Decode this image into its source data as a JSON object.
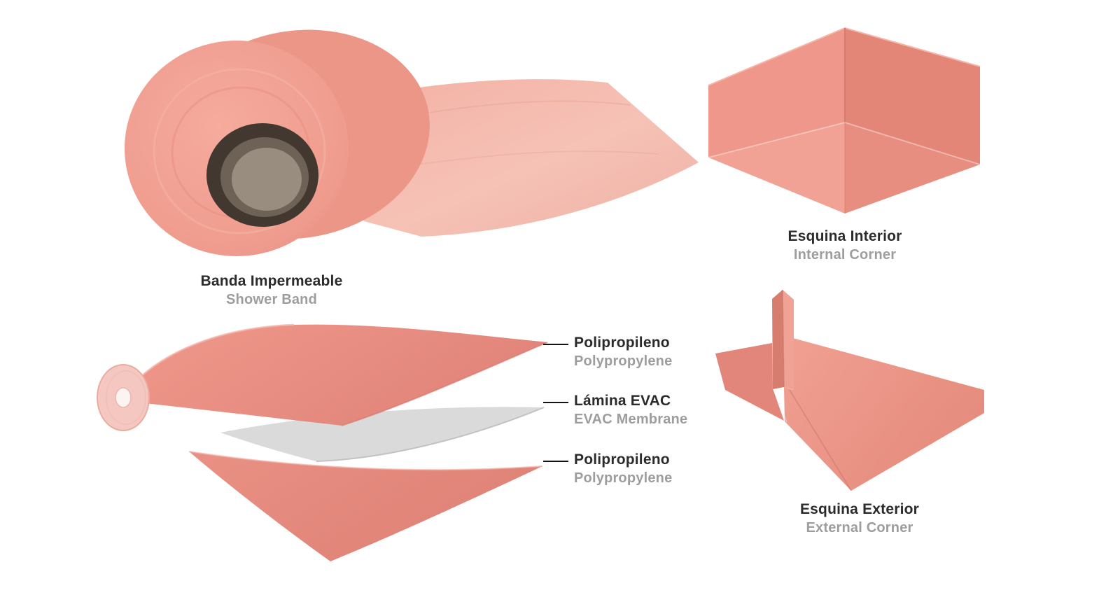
{
  "page": {
    "background": "#ffffff"
  },
  "palette": {
    "salmon": "#ee9a8c",
    "salmon_dark": "#e2857a",
    "salmon_light": "#f5c0b4",
    "membrane_gray": "#d9d9d9",
    "core_dark": "#42382f",
    "text_dark": "#2b2b2b",
    "text_gray": "#9d9d9d"
  },
  "products": {
    "shower_band": {
      "label_es": "Banda Impermeable",
      "label_en": "Shower Band"
    },
    "internal_corner": {
      "label_es": "Esquina Interior",
      "label_en": "Internal Corner"
    },
    "external_corner": {
      "label_es": "Esquina Exterior",
      "label_en": "External Corner"
    }
  },
  "layer_labels": [
    {
      "label_es": "Polipropileno",
      "label_en": "Polypropylene"
    },
    {
      "label_es": "Lámina EVAC",
      "label_en": "EVAC Membrane"
    },
    {
      "label_es": "Polipropileno",
      "label_en": "Polypropylene"
    }
  ]
}
